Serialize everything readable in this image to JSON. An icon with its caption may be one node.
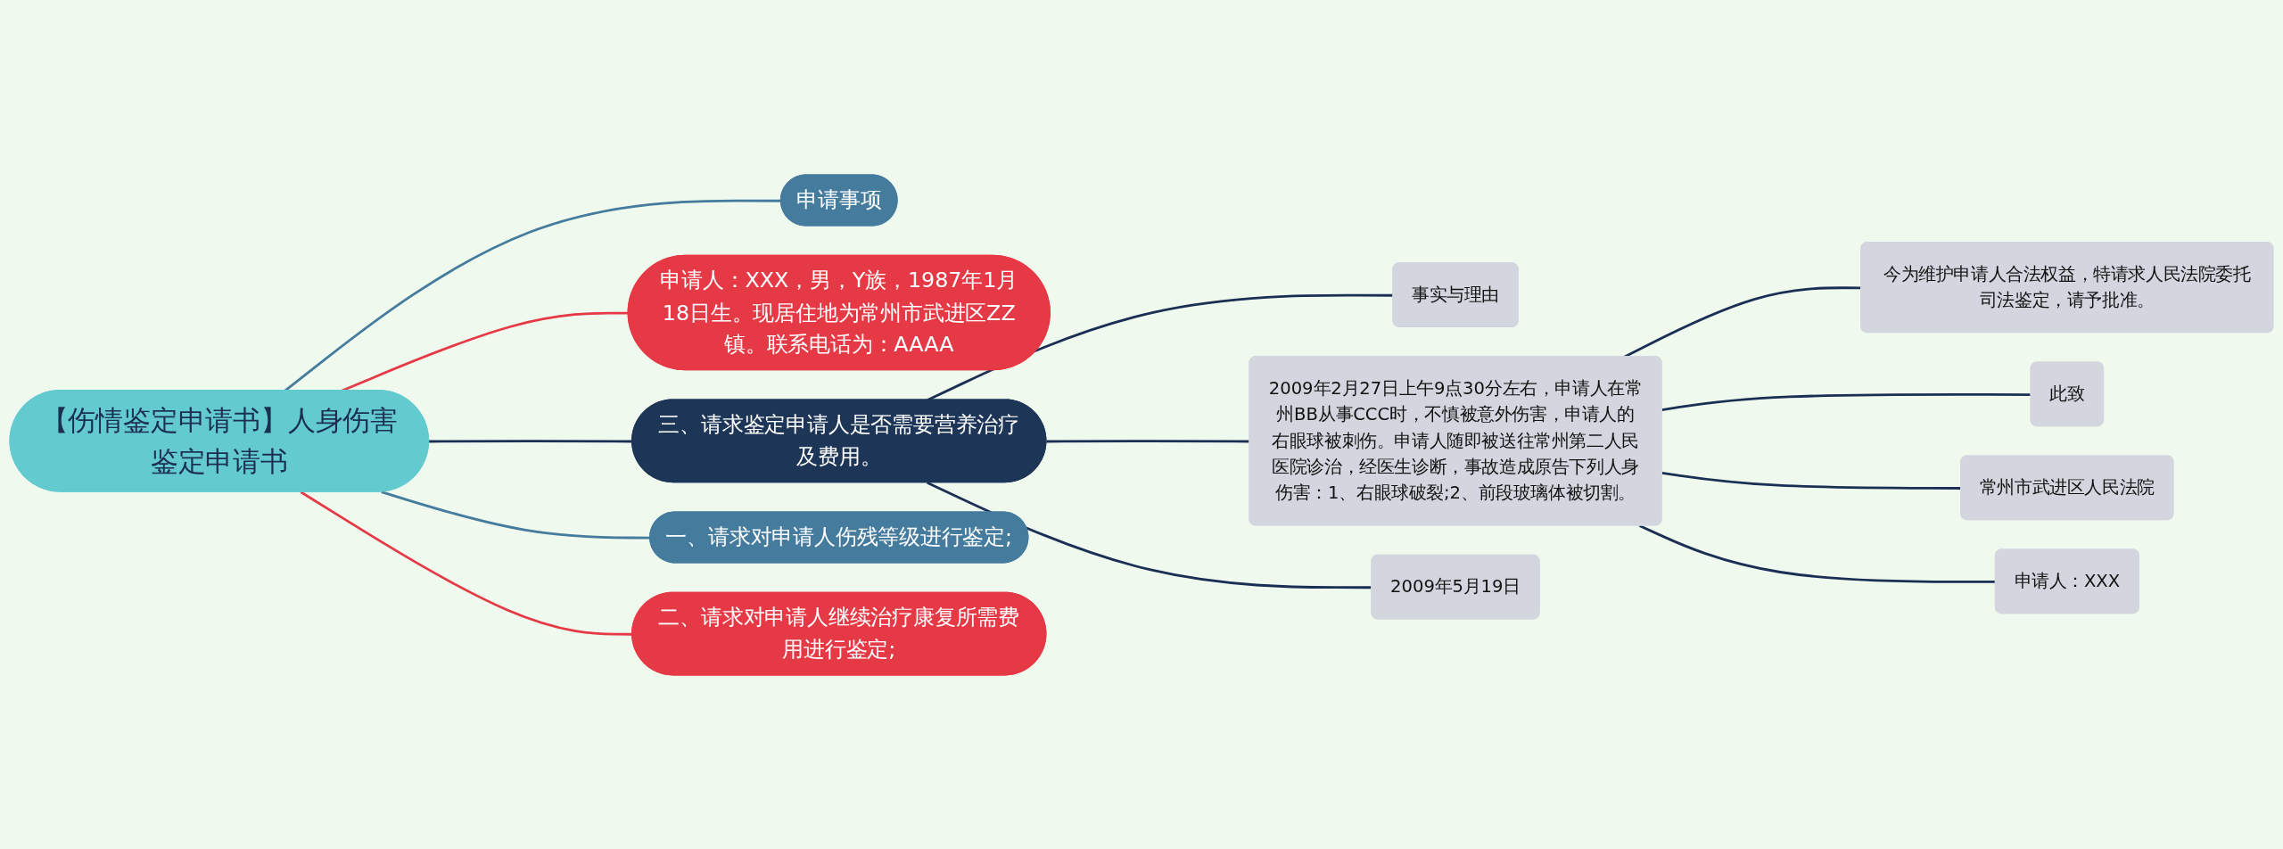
{
  "diagram": {
    "nodes": [
      {
        "text": [
          "【伤情鉴定申请书】人身伤害鉴定申请书"
        ]
      },
      {
        "text": [
          "申请人：XXX，男，Y族，1987年1月18日生。现居住地为常州市武进区ZZ镇。联系电话为：AAAA"
        ]
      },
      {
        "text": [
          "一、请求对申请人伤残等级进行鉴定;"
        ]
      },
      {
        "text": [
          "申请事项"
        ]
      },
      {
        "text": [
          "二、请求对申请人继续治疗康复所需费用进行鉴定;"
        ]
      },
      {
        "text": [
          "三、请求鉴定申请人是否需要营养治疗及费用。"
        ]
      },
      {
        "text": [
          "事实与理由"
        ]
      },
      {
        "text": [
          "2009年2月27日上午9点30分左右，申请人在常州BB从事CCC时，不慎被意外伤害，申请人的右眼球被刺伤。申请人随即被送往常州第二人民医院诊治，经医生诊断，事故造成原告下列人身伤害：1、右眼球破裂;2、前段玻璃体被切割。"
        ]
      },
      {
        "text": [
          "2009年5月19日"
        ]
      },
      {
        "text": [
          "今为维护申请人合法权益，特请求人民法院委托司法鉴定，请予批准。"
        ]
      },
      {
        "text": [
          "此致"
        ]
      },
      {
        "text": [
          "常州市武进区人民法院"
        ]
      },
      {
        "text": [
          "申请人：XXX"
        ]
      }
    ],
    "edges": [
      {
        "from": 0,
        "to": 1,
        "arrow": "none",
        "color": "#e63946"
      },
      {
        "from": 0,
        "to": 2,
        "arrow": "none",
        "color": "#457b9d"
      },
      {
        "from": 0,
        "to": 3,
        "arrow": "none",
        "color": "#457b9d"
      },
      {
        "from": 0,
        "to": 4,
        "arrow": "none",
        "color": "#e63946"
      },
      {
        "from": 0,
        "to": 5,
        "arrow": "none"
      },
      {
        "from": 5,
        "to": 6,
        "arrow": "none"
      },
      {
        "from": 5,
        "to": 7,
        "arrow": "none"
      },
      {
        "from": 5,
        "to": 8,
        "arrow": "none"
      },
      {
        "from": 7,
        "to": 9,
        "arrow": "none"
      },
      {
        "from": 7,
        "to": 10,
        "arrow": "none"
      },
      {
        "from": 7,
        "to": 11,
        "arrow": "none"
      },
      {
        "from": 7,
        "to": 12,
        "arrow": "none"
      }
    ]
  }
}
